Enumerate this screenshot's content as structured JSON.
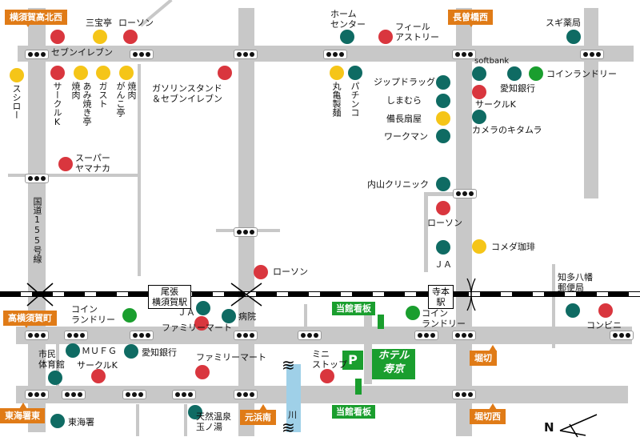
{
  "callouts": {
    "yokosuka_kohoku_nishi": "横須賀高北西",
    "nagasone_bashi_nishi": "長曽橋西",
    "takayokosuka_machi": "高横須賀町",
    "tokai_sho_higashi": "東海署東",
    "motohama_minami": "元浜南",
    "horikiri": "堀切",
    "horikiri_nishi": "堀切西"
  },
  "stations": {
    "owari_yokosuka": "尾張\n横須賀駅",
    "teramoto": "寺本\n駅"
  },
  "signboards": {
    "top": "当館看板",
    "bottom": "当館看板"
  },
  "hotel": {
    "name_line1": "ホテル",
    "name_line2": "寿京",
    "parking": "P"
  },
  "river": "川",
  "route": "国道155号線",
  "north": "N",
  "places": {
    "seven_eleven": "セブンイレブン",
    "sanpotei": "三宝亭",
    "lawson_top": "ローソン",
    "home_center": "ホーム\nセンター",
    "flower_astry": "フィール\nアストリー",
    "sugi": "スギ薬局",
    "sushiro": "スシロー",
    "circle_k_v": "サークルK",
    "amiyaki": "あみ焼き亭",
    "gusto": "ガスト",
    "gankotei": "がんこ亭",
    "yakiniku": "焼肉",
    "yakiniku2": "焼肉",
    "gas_seven": "ガソリンスタンド\n＆セブンイレブン",
    "marugame": "丸亀製麺",
    "pachinko": "パチンコ",
    "zipdrug": "ジップドラッグ",
    "shimamura": "しまむら",
    "bichoshen": "備長扇屋",
    "workman": "ワークマン",
    "softbank": "softbank",
    "aichi_bank_top": "愛知銀行",
    "coin_laundry_top": "コインランドリー",
    "circle_k_top": "サークルK",
    "camera": "カメラのキタムラ",
    "super_yamanaka": "スーパー\nヤマナカ",
    "uchiyama": "内山クリニック",
    "lawson_mid": "ローソン",
    "komeda": "コメダ珈琲",
    "ja_right": "ＪＡ",
    "lawson_low": "ローソン",
    "chita_post": "知多八幡\n郵便局",
    "coin_laundry_left": "コイン\nランドリー",
    "ja_left": "ＪＡ",
    "hospital": "病院",
    "familymart_1": "ファミリーマート",
    "coin_laundry_right": "コイン\nランドリー",
    "convenience": "コンビニ",
    "shimin": "市民\n体育館",
    "mufg": "ＭＵＦＧ",
    "aichi_bank_low": "愛知銀行",
    "circle_k_low": "サークルK",
    "familymart_2": "ファミリーマート",
    "mini_stop": "ミニ\nストップ",
    "tokai_sho": "東海署",
    "onsen": "天然温泉\n玉ノ湯"
  },
  "colors": {
    "road": "#c8c8c8",
    "callout": "#e07b17",
    "green_box": "#1a9e2e",
    "red": "#d9363e",
    "yellow": "#f5c518",
    "teal": "#0f6b63",
    "river": "#9fd0e8"
  }
}
